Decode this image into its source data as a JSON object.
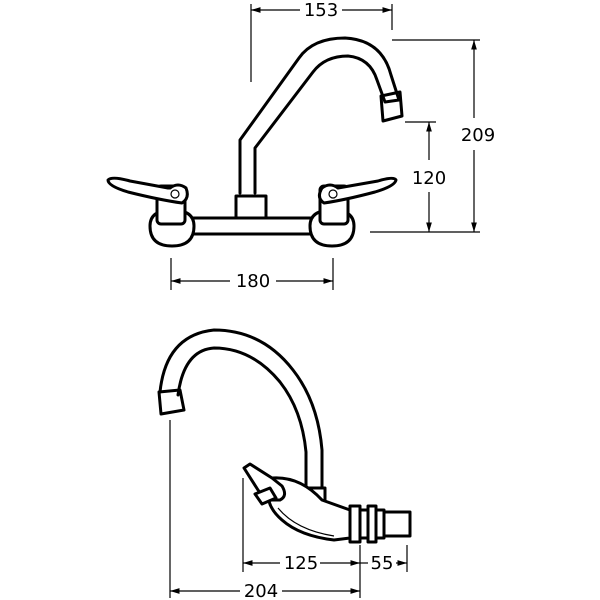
{
  "dimensions": {
    "top_width": "153",
    "total_height": "209",
    "spout_height": "120",
    "centers": "180",
    "projection": "125",
    "wall_offset": "55",
    "total_depth": "204"
  }
}
